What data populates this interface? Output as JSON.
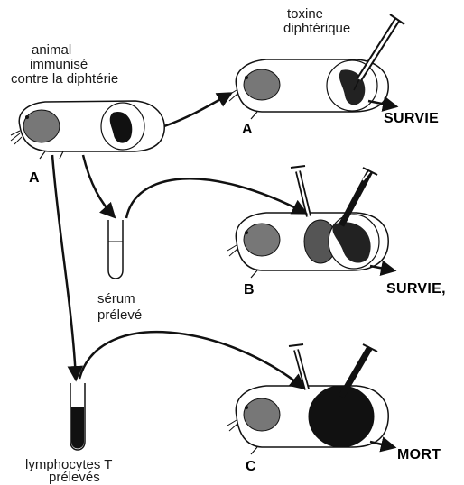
{
  "labels": {
    "immunized_line1": "animal",
    "immunized_line2": "immunisé",
    "immunized_line3": "contre la diphtérie",
    "toxin_line1": "toxine",
    "toxin_line2": "diphtérique",
    "serum_line1": "sérum",
    "serum_line2": "prélevé",
    "lymph_line1": "lymphocytes T",
    "lymph_line2": "prélevés"
  },
  "animals": {
    "donor": "A",
    "recipient_a": "A",
    "recipient_b": "B",
    "recipient_c": "C"
  },
  "outcomes": {
    "a": "SURVIE",
    "b": "SURVIE,",
    "c": "MORT"
  },
  "icons": [
    "guinea-pig-icon",
    "syringe-icon",
    "test-tube-icon",
    "arrow-icon"
  ],
  "colors": {
    "ink": "#111111",
    "paper": "#ffffff"
  }
}
